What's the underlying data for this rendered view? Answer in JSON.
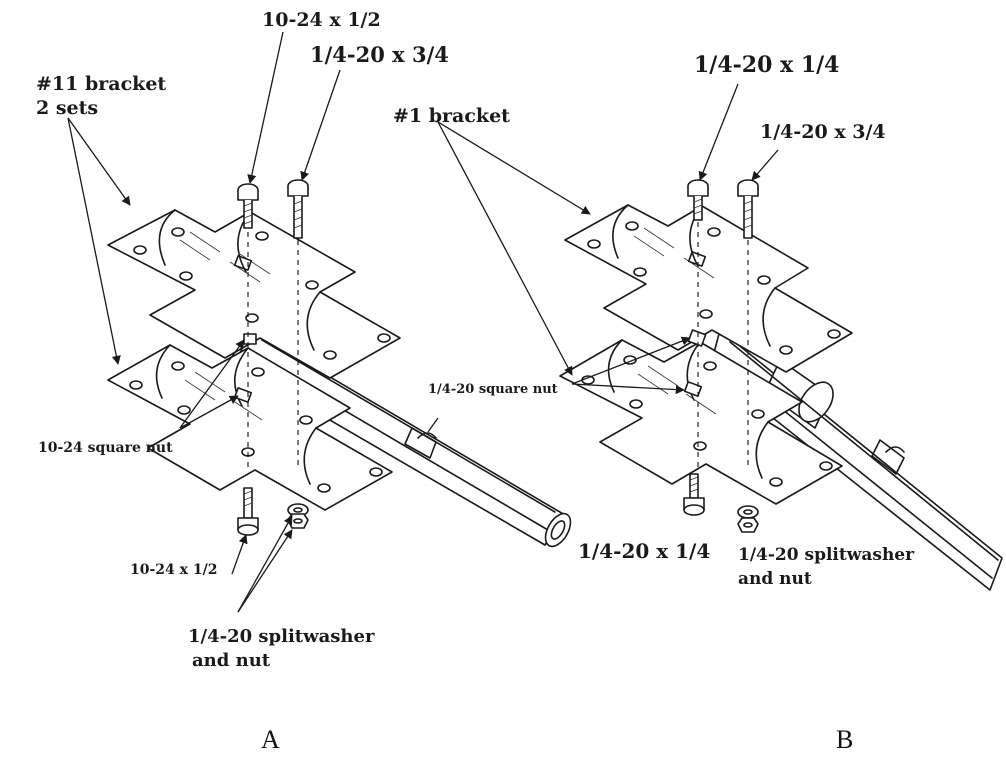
{
  "diagram_a": {
    "label_bolt_top_left": "10-24 x 1/2",
    "label_bolt_top_right": "1/4-20 x 3/4",
    "label_bracket_line1": "#11 bracket",
    "label_bracket_line2": "2 sets",
    "label_square_nut": "10-24 square nut",
    "label_bolt_bottom": "10-24 x 1/2",
    "label_washer_line1": "1/4-20  splitwasher",
    "label_washer_line2": "and nut",
    "label_clamp_nut": "1/4-20 square nut",
    "caption": "A"
  },
  "diagram_b": {
    "label_bolt_top_left": "1/4-20 x 1/4",
    "label_bolt_top_right": "1/4-20 x 3/4",
    "label_bracket": "#1 bracket",
    "label_bolt_bottom": "1/4-20 x 1/4",
    "label_washer_line1": "1/4-20  splitwasher",
    "label_washer_line2": "and nut",
    "caption": "B"
  }
}
